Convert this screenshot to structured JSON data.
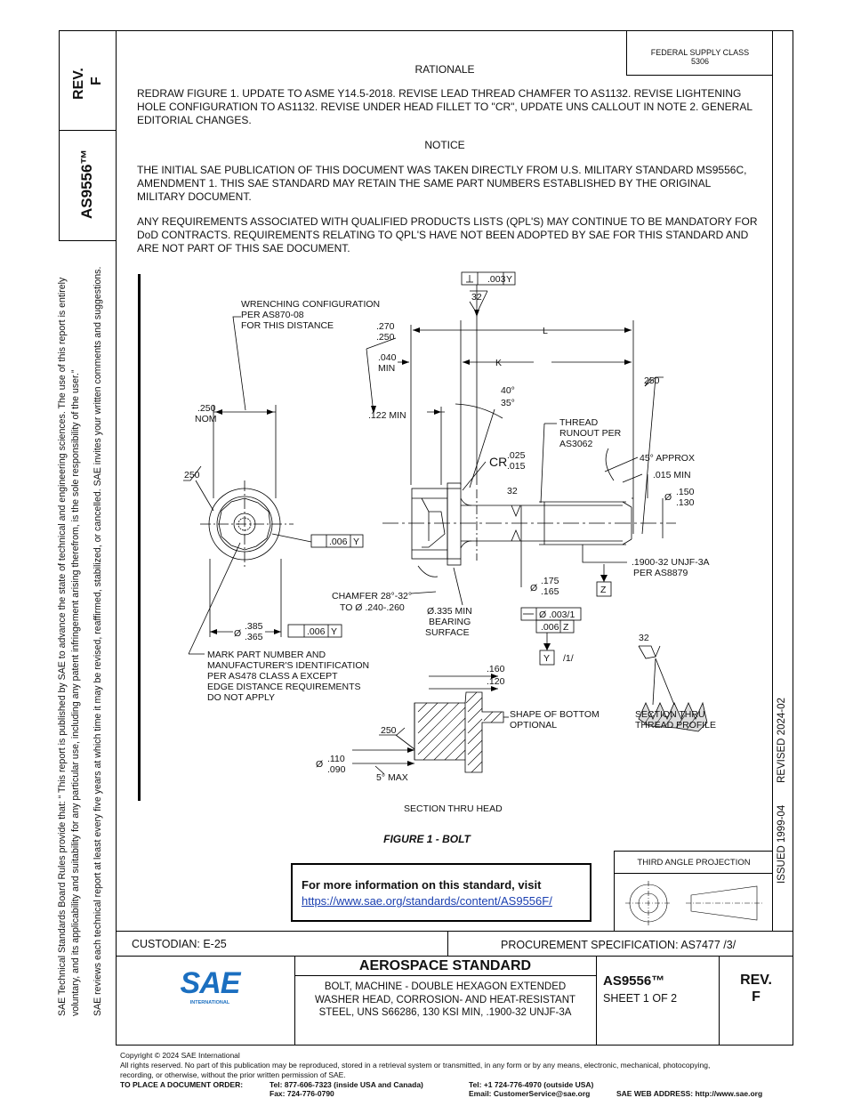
{
  "side_tab": {
    "rev_label": "REV.",
    "rev_value": "F",
    "doc_number": "AS9556™"
  },
  "side_notes": {
    "line1": "SAE Technical Standards Board Rules provide that: “ This report is published by SAE to advance the state of technical and engineering sciences. The use of this report is entirely",
    "line2": "voluntary, and its applicability and suitability for any particular use, including any patent infringement arising therefrom, is the sole responsibility of the user.”",
    "line3": "SAE reviews each technical report at least every five years at which time it may be revised, reaffirmed, stabilized, or cancelled. SAE invites your written comments and suggestions."
  },
  "right_margin": {
    "issued": "ISSUED 1999-04",
    "revised": "REVISED 2024-02"
  },
  "supply_class": {
    "label": "FEDERAL SUPPLY CLASS",
    "value": "5306"
  },
  "rationale": {
    "heading": "RATIONALE",
    "text": "REDRAW FIGURE 1. UPDATE TO ASME Y14.5-2018. REVISE LEAD THREAD CHAMFER TO AS1132. REVISE LIGHTENING HOLE CONFIGURATION TO AS1132. REVISE UNDER HEAD FILLET TO \"CR\", UPDATE UNS CALLOUT IN NOTE 2. GENERAL EDITORIAL CHANGES."
  },
  "notice": {
    "heading": "NOTICE",
    "para1": "THE INITIAL SAE PUBLICATION OF THIS DOCUMENT WAS TAKEN DIRECTLY FROM U.S. MILITARY STANDARD MS9556C, AMENDMENT 1. THIS SAE STANDARD MAY RETAIN THE SAME PART NUMBERS ESTABLISHED BY THE ORIGINAL MILITARY DOCUMENT.",
    "para2": "ANY REQUIREMENTS ASSOCIATED WITH QUALIFIED PRODUCTS LISTS (QPL'S) MAY CONTINUE TO BE MANDATORY FOR DoD CONTRACTS. REQUIREMENTS RELATING TO QPL'S HAVE NOT BEEN ADOPTED BY SAE FOR THIS STANDARD AND ARE NOT PART OF THIS SAE DOCUMENT."
  },
  "drawing": {
    "perp_tol": ".003",
    "perp_datum": "Y",
    "finish_32": "32",
    "wrenching": [
      "WRENCHING CONFIGURATION",
      "PER AS870-08",
      "FOR THIS DISTANCE"
    ],
    "dim_270": ".270",
    "dim_250": ".250",
    "dim_L": "L",
    "dim_040": ".040",
    "min": "MIN",
    "dim_K": "K",
    "finish_250": "250",
    "angle_40": "40°",
    "angle_35": "35°",
    "nom_250": ".250",
    "nom": "NOM",
    "dim_122": ".122 MIN",
    "thread_runout": [
      "THREAD",
      "RUNOUT PER",
      "AS3062"
    ],
    "cr": "CR",
    "cr_025": ".025",
    "cr_015": ".015",
    "approx_45": "45° APPROX",
    "dim_015min": ".015 MIN",
    "dia_150": ".150",
    "dia_130": ".130",
    "dia": "Ø",
    "runout_006": ".006",
    "datum_Y": "Y",
    "thread_spec": [
      ".1900-32 UNJF-3A",
      "PER AS8879"
    ],
    "datum_Z": "Z",
    "chamfer": [
      "CHAMFER 28°-32°",
      "TO Ø .240-.260"
    ],
    "dia_175": ".175",
    "dia_165": ".165",
    "bearing": [
      "Ø.335 MIN",
      "BEARING",
      "SURFACE"
    ],
    "pos_003": "Ø .003/1",
    "runout_z": ".006",
    "datum_z2": "Z",
    "dia_385": ".385",
    "dia_365": ".365",
    "y_box": "Y",
    "y_note": "/1/",
    "mark_note": [
      "MARK PART NUMBER AND",
      "MANUFACTURER'S IDENTIFICATION",
      "PER AS478 CLASS A EXCEPT",
      "EDGE DISTANCE REQUIREMENTS",
      "DO NOT APPLY"
    ],
    "dim_160": ".160",
    "dim_120": ".120",
    "shape_bottom": [
      "SHAPE OF BOTTOM",
      "OPTIONAL"
    ],
    "section_thread": [
      "SECTION THRU",
      "THREAD PROFILE"
    ],
    "dia_110": ".110",
    "dia_090": ".090",
    "max5": "5° MAX",
    "section_head": "SECTION THRU HEAD",
    "caption": "FIGURE 1 - BOLT"
  },
  "info_box": {
    "text": "For more information on this standard, visit",
    "link": "https://www.sae.org/standards/content/AS9556F/"
  },
  "projection": {
    "label": "THIRD ANGLE PROJECTION"
  },
  "title_block": {
    "custodian": "CUSTODIAN: E-25",
    "procurement": "PROCUREMENT SPECIFICATION: AS7477 /3/",
    "logo_text": "SAE",
    "logo_sub": "INTERNATIONAL",
    "heading": "AEROSPACE STANDARD",
    "title_line1": "BOLT, MACHINE - DOUBLE HEXAGON EXTENDED",
    "title_line2": "WASHER HEAD, CORROSION- AND HEAT-RESISTANT",
    "title_line3": "STEEL, UNS S66286, 130 KSI MIN, .1900-32 UNJF-3A",
    "doc_number": "AS9556™",
    "sheet": "SHEET 1 OF 2",
    "rev_label": "REV.",
    "rev_value": "F"
  },
  "footer": {
    "copyright": "Copyright © 2024 SAE International",
    "rights": "All rights reserved. No part of this publication may be reproduced, stored in a retrieval system or transmitted, in any form or by any means, electronic, mechanical, photocopying,",
    "rights2": "recording, or otherwise, without the prior written permission of SAE.",
    "order_label": "TO PLACE A DOCUMENT ORDER:",
    "tel_us": "Tel: 877-606-7323 (inside USA and Canada)",
    "fax": "Fax: 724-776-0790",
    "tel_intl": "Tel: +1 724-776-4970 (outside USA)",
    "email": "Email: CustomerService@sae.org",
    "web": "SAE WEB ADDRESS: http://www.sae.org"
  },
  "colors": {
    "logo_blue": "#1b6fc0",
    "link_blue": "#1a3fb0"
  }
}
